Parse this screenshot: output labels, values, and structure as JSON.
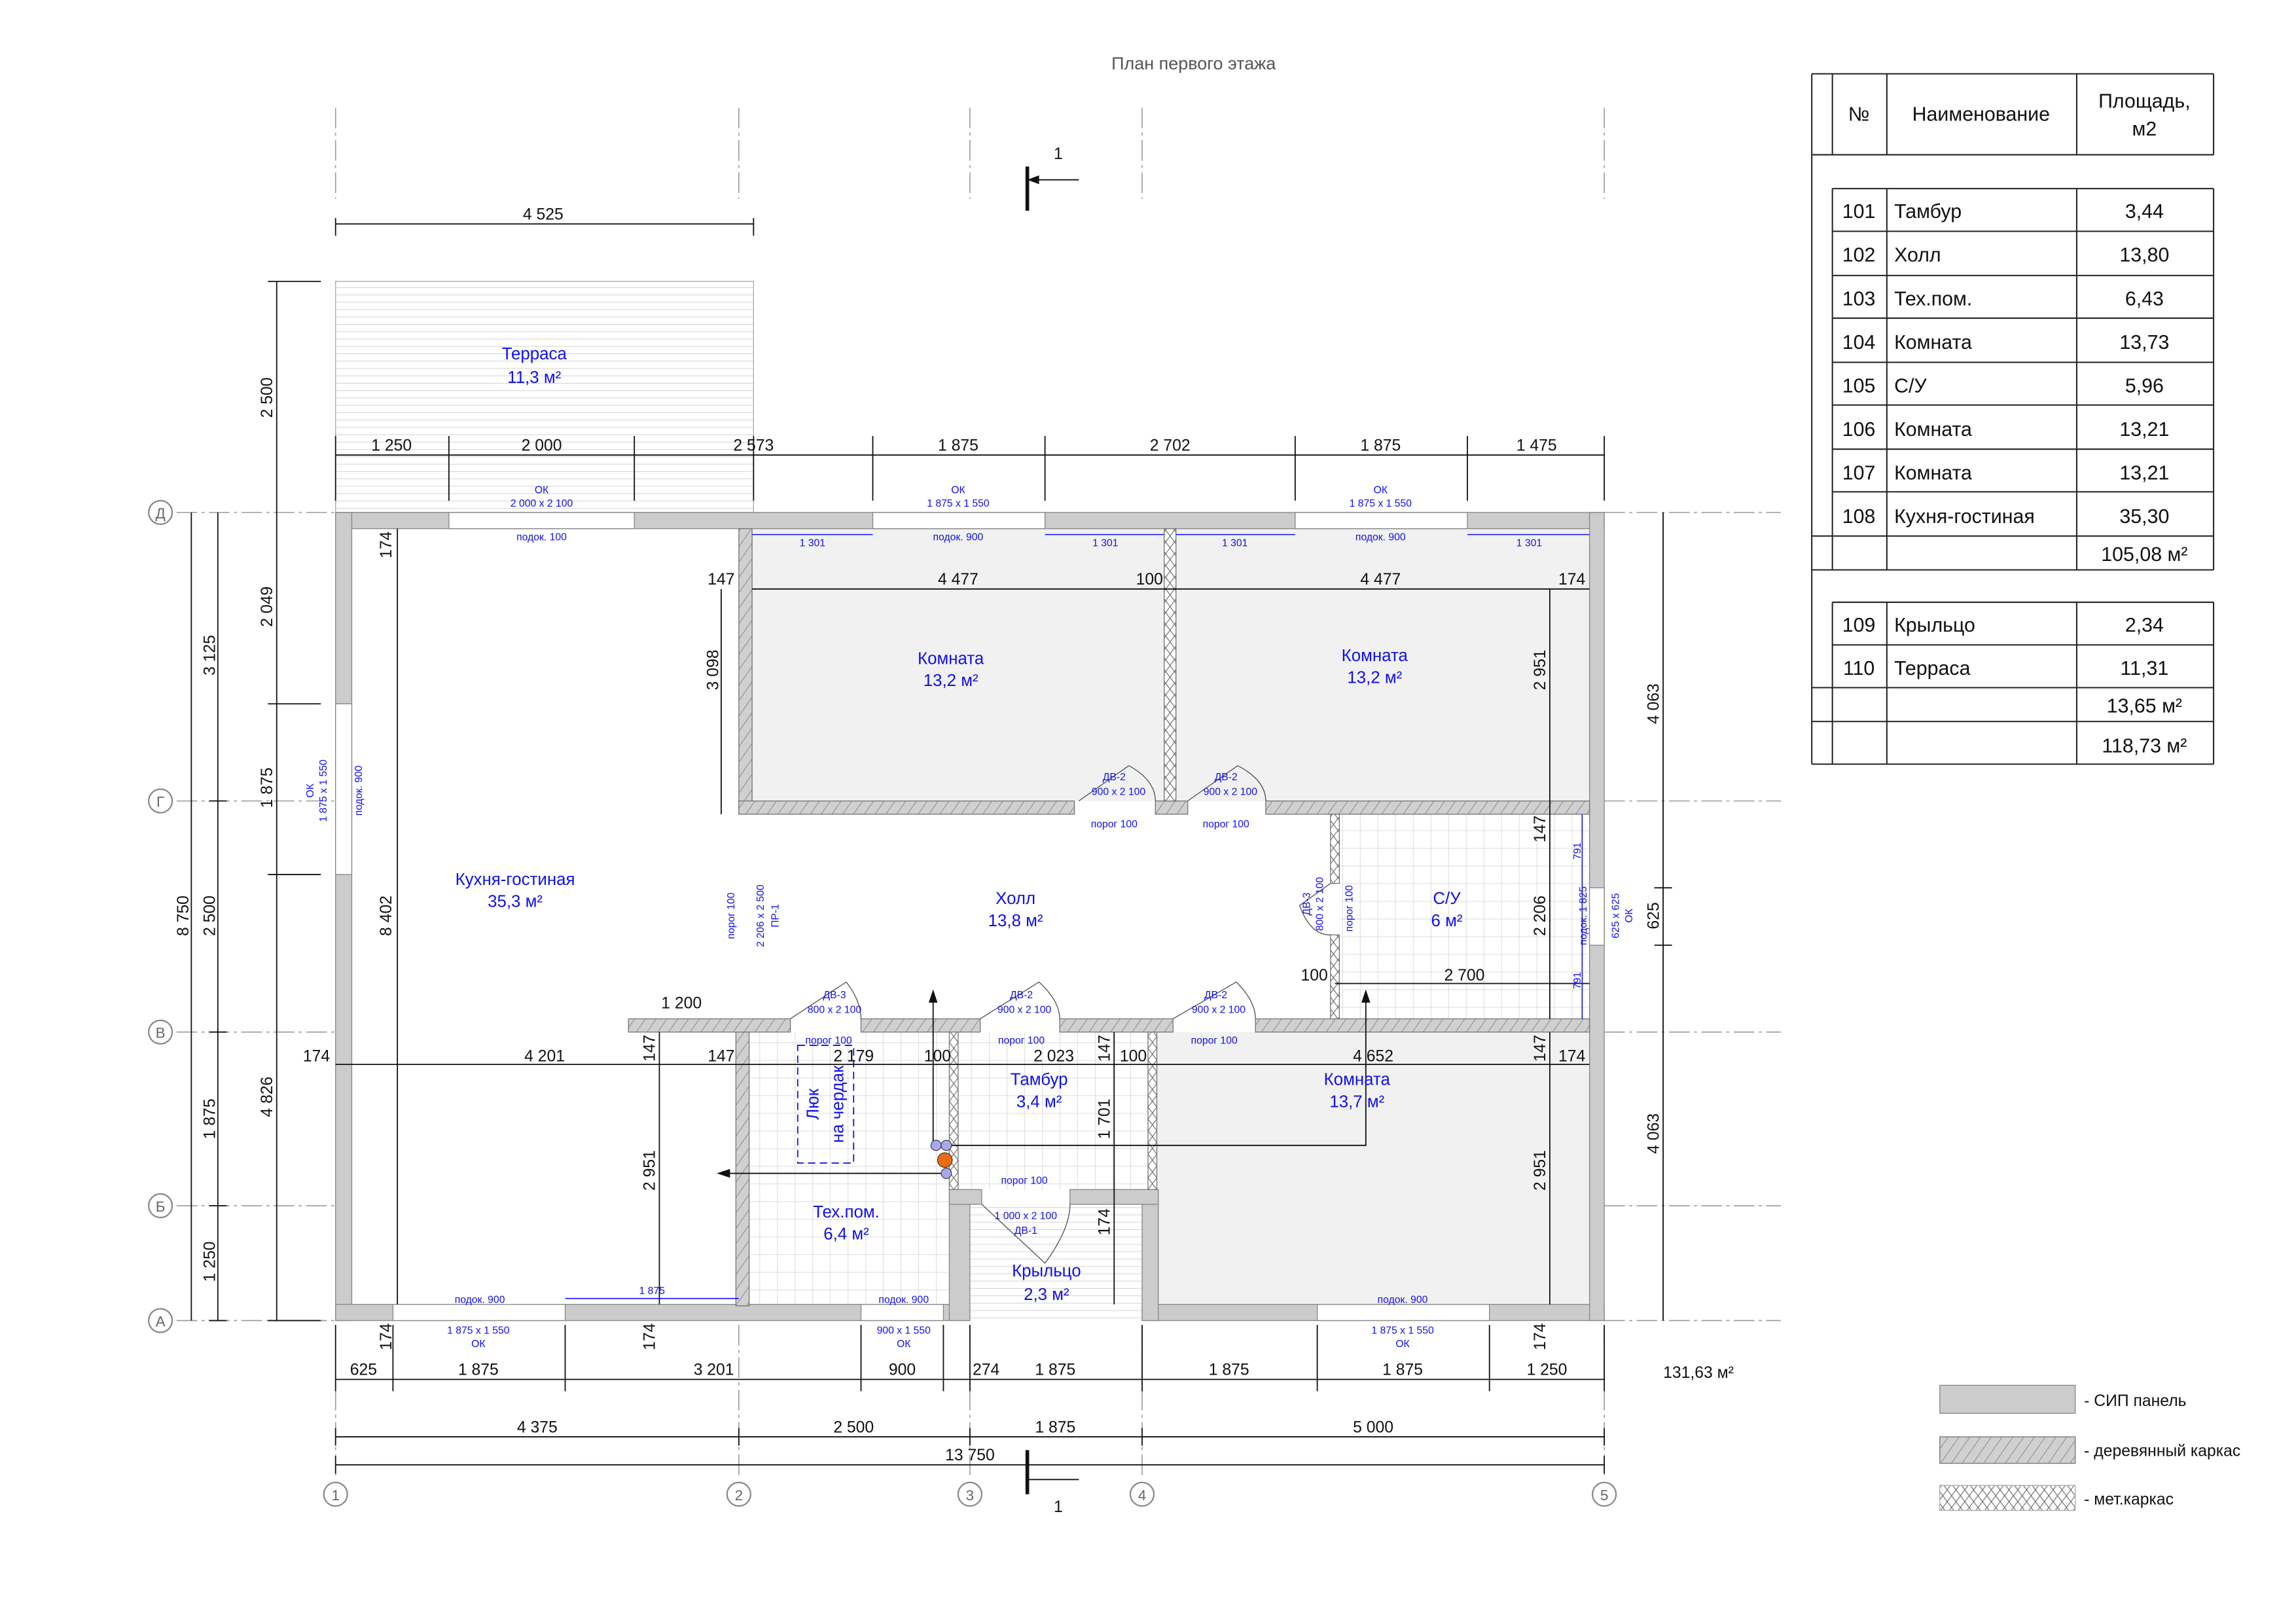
{
  "title": "План первого этажа",
  "section_mark": "1",
  "total_area_note": "131,63 м²",
  "axes": {
    "rows": [
      "Д",
      "Г",
      "В",
      "Б",
      "А"
    ],
    "cols": [
      "1",
      "2",
      "3",
      "4",
      "5"
    ]
  },
  "rooms": {
    "terrace": {
      "name": "Терраса",
      "area": "11,3 м²"
    },
    "room_107": {
      "name": "Комната",
      "area": "13,2 м²"
    },
    "room_106": {
      "name": "Комната",
      "area": "13,2 м²"
    },
    "kitchen": {
      "name": "Кухня-гостиная",
      "area": "35,3 м²"
    },
    "hall": {
      "name": "Холл",
      "area": "13,8 м²"
    },
    "bath": {
      "name": "С/У",
      "area": "6 м²"
    },
    "tambur": {
      "name": "Тамбур",
      "area": "3,4 м²"
    },
    "room_104": {
      "name": "Комната",
      "area": "13,7 м²"
    },
    "tech": {
      "name": "Тех.пом.",
      "area": "6,4 м²"
    },
    "porch": {
      "name": "Крыльцо",
      "area": "2,3 м²"
    },
    "hatch_line1": "Люк",
    "hatch_line2": "на чердак"
  },
  "dims": {
    "terrace_width": "4 525",
    "terrace_depth": "2 500",
    "top": [
      "1 250",
      "2 000",
      "2 573",
      "1 875",
      "2 702",
      "1 875",
      "1 475"
    ],
    "bottom1": [
      "625",
      "1 875",
      "3 201",
      "900",
      "274",
      "1 875",
      "1 875",
      "1 875",
      "1 250"
    ],
    "bottom2": [
      "4 375",
      "2 500",
      "1 875",
      "5 000"
    ],
    "overall": "13 750",
    "left_outer": "8 750",
    "left_mid": [
      "3 125",
      "2 500",
      "1 875",
      "1 250"
    ],
    "left_inner": [
      "2 049",
      "1 875",
      "4 826"
    ],
    "right": [
      "4 063",
      "625",
      "4 063"
    ],
    "interior": {
      "wall174a": "174",
      "kitchen_h": "8 402",
      "r_147": "147",
      "r_4477a": "4 477",
      "r_100": "100",
      "r_4477b": "4 477",
      "r_174": "174",
      "r_3098": "3 098",
      "r_2951": "2 951",
      "hall_1200": "1 200",
      "b_174": "174",
      "b_4201": "4 201",
      "b_147v": "147",
      "b_147": "147",
      "b_2179": "2 179",
      "b_100": "100",
      "b_2023": "2 023",
      "b_147v2": "147",
      "b_100b": "100",
      "b_4652": "4 652",
      "b_147v3": "147",
      "b_174b": "174",
      "t_2951": "2 951",
      "t_1701": "1 701",
      "t_174": "174",
      "r104_2951": "2 951",
      "su_147": "147",
      "su_2206": "2 206",
      "su_100": "100",
      "su_2700": "2 700",
      "bot_174a": "174",
      "bot_174b": "174",
      "bot_174c": "174"
    }
  },
  "openings": {
    "w_top1_a": "ОК",
    "w_top1_b": "2 000 x 2 100",
    "w_top1_sill": "подок. 100",
    "w_top2_a": "ОК",
    "w_top2_b": "1 875 x 1 550",
    "w_top2_sill": "подок. 900",
    "w_top3_a": "ОК",
    "w_top3_b": "1 875 x 1 550",
    "w_top3_sill": "подок. 900",
    "w_1301": [
      "1 301",
      "1 301",
      "1 301",
      "1 301"
    ],
    "w_left_a": "ОК",
    "w_left_b": "1 875 x 1 550",
    "w_left_sill": "подок. 900",
    "w_bot1_sill": "подок. 900",
    "w_bot1_b": "1 875 x 1 550",
    "w_bot1_a": "ОК",
    "w_bot1_dim": "1 875",
    "w_bot2_sill": "подок. 900",
    "w_bot2_b": "900 x 1 550",
    "w_bot2_a": "ОК",
    "w_bot3_sill": "подок. 900",
    "w_bot3_b": "1 875 x 1 550",
    "w_bot3_a": "ОК",
    "w_right_a": "625 x 625",
    "w_right_b": "ОК",
    "w_right_sill": "подок. 1 825",
    "w_right_791a": "791",
    "w_right_791b": "791",
    "d1_a": "ДВ-2",
    "d1_b": "900 x 2 100",
    "d1_t": "порог 100",
    "d2_a": "ДВ-2",
    "d2_b": "900 x 2 100",
    "d2_t": "порог 100",
    "d3_a": "ДВ-3",
    "d3_b": "800 x 2 100",
    "d3_t": "порог 100",
    "d4_a": "ДВ-2",
    "d4_b": "900 x 2 100",
    "d4_t": "порог 100",
    "d5_a": "ДВ-2",
    "d5_b": "900 x 2 100",
    "d5_t": "порог 100",
    "d6_t": "порог 100",
    "d6_b": "1 000 x 2 100",
    "d6_a": "ДВ-1",
    "d7_a": "ДВ-3",
    "d7_b": "800 x 2 100",
    "d7_t": "порог 100",
    "pr_t": "порог 100",
    "pr_b": "2 206 x 2 500",
    "pr_a": "ПР-1"
  },
  "table": {
    "headers": [
      "№",
      "Наименование",
      "Площадь,",
      "м2"
    ],
    "rows": [
      {
        "no": "101",
        "name": "Тамбур",
        "area": "3,44"
      },
      {
        "no": "102",
        "name": "Холл",
        "area": "13,80"
      },
      {
        "no": "103",
        "name": "Тех.пом.",
        "area": "6,43"
      },
      {
        "no": "104",
        "name": "Комната",
        "area": "13,73"
      },
      {
        "no": "105",
        "name": "С/У",
        "area": "5,96"
      },
      {
        "no": "106",
        "name": "Комната",
        "area": "13,21"
      },
      {
        "no": "107",
        "name": "Комната",
        "area": "13,21"
      },
      {
        "no": "108",
        "name": "Кухня-гостиная",
        "area": "35,30"
      }
    ],
    "subtotal1": "105,08 м²",
    "rows2": [
      {
        "no": "109",
        "name": "Крыльцо",
        "area": "2,34"
      },
      {
        "no": "110",
        "name": "Терраса",
        "area": "11,31"
      }
    ],
    "subtotal2": "13,65 м²",
    "total": "118,73 м²"
  },
  "legend": [
    "- СИП панель",
    "- деревянный каркас",
    "- мет.каркас"
  ],
  "colors": {
    "label_blue": "#1010ee",
    "sip_grey": "#cccccc",
    "pipe_orange": "#ee6a10",
    "pipe_blue": "#a8a8f0"
  }
}
